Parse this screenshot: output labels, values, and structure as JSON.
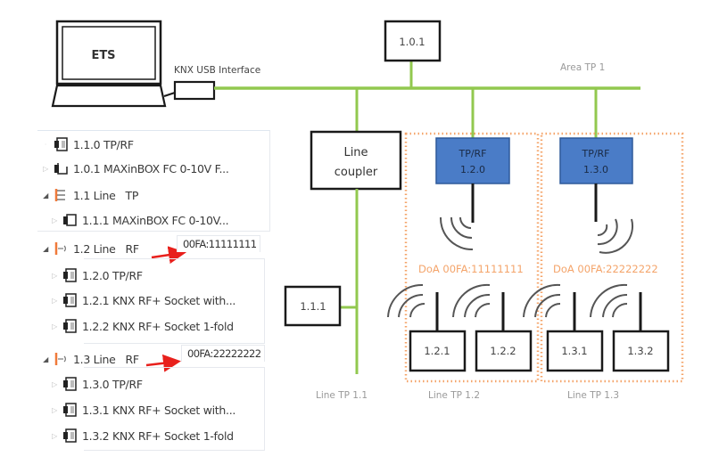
{
  "pc": {
    "label": "ETS"
  },
  "interface": {
    "label": "KNX USB Interface"
  },
  "area": {
    "label": "Area TP 1"
  },
  "devices": {
    "d101": "1.0.1",
    "line_coupler": "Line coupler",
    "line_coupler_l1": "Line",
    "line_coupler_l2": "coupler",
    "d111": "1.1.1",
    "rf12_l1": "TP/RF",
    "rf12_l2": "1.2.0",
    "rf13_l1": "TP/RF",
    "rf13_l2": "1.3.0",
    "d121": "1.2.1",
    "d122": "1.2.2",
    "d131": "1.3.1",
    "d132": "1.3.2"
  },
  "domains": {
    "doa12": "DoA 00FA:11111111",
    "doa13": "DoA 00FA:22222222"
  },
  "lines": {
    "l11": "Line TP 1.1",
    "l12": "Line TP 1.2",
    "l13": "Line TP 1.3"
  },
  "colors": {
    "bus_green": "#92c84f",
    "coupler_blue": "#4a7cc7",
    "domain_orange": "#f4a46a",
    "arrow_red": "#e8201c",
    "line_icon_orange": "#f07a3a"
  },
  "tree": {
    "items": [
      {
        "label": "1.1.0 TP/RF",
        "icon": "tprf-device-icon",
        "expander": "none"
      },
      {
        "label": "1.0.1 MAXinBOX FC 0-10V F...",
        "icon": "device-icon",
        "expander": "collapsed"
      },
      {
        "label": "1.1 Line   TP",
        "icon": "tp-line-icon",
        "expander": "expanded"
      },
      {
        "label": "1.1.1 MAXinBOX FC 0-10V...",
        "icon": "device-icon",
        "expander": "collapsed"
      },
      {
        "label": "1.2 Line   RF",
        "icon": "rf-line-icon",
        "expander": "expanded"
      },
      {
        "label": "1.2.0 TP/RF",
        "icon": "rf-device-icon",
        "expander": "collapsed"
      },
      {
        "label": "1.2.1 KNX RF+ Socket with...",
        "icon": "rf-device-icon",
        "expander": "collapsed"
      },
      {
        "label": "1.2.2 KNX RF+ Socket 1-fold",
        "icon": "rf-device-icon",
        "expander": "collapsed"
      },
      {
        "label": "1.3 Line   RF",
        "icon": "rf-line-icon",
        "expander": "expanded"
      },
      {
        "label": "1.3.0 TP/RF",
        "icon": "rf-device-icon",
        "expander": "collapsed"
      },
      {
        "label": "1.3.1 KNX RF+ Socket with...",
        "icon": "rf-device-icon",
        "expander": "collapsed"
      },
      {
        "label": "1.3.2 KNX RF+ Socket 1-fold",
        "icon": "rf-device-icon",
        "expander": "collapsed"
      }
    ],
    "domain_address_1": "00FA:11111111",
    "domain_address_2": "00FA:22222222"
  }
}
